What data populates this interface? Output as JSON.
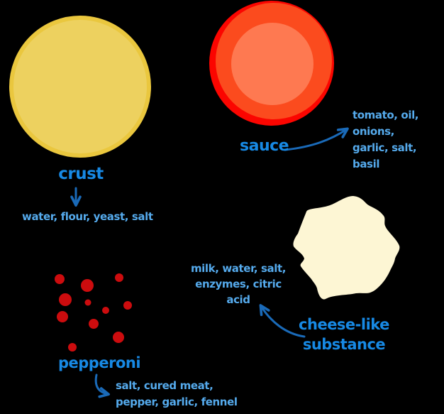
{
  "diagram": {
    "subject": "pizza-ingredients-diagram",
    "items": {
      "crust": {
        "label": "crust",
        "ingredients": "water, flour, yeast, salt"
      },
      "sauce": {
        "label": "sauce",
        "ingredients": "tomato, oil, onions,\ngarlic, salt, basil"
      },
      "pepperoni": {
        "label": "pepperoni",
        "ingredients": "salt, cured meat,\npepper, garlic, fennel"
      },
      "cheese": {
        "label": "cheese-like\nsubstance",
        "ingredients": "milk, water, salt,\nenzymes, citric acid"
      }
    },
    "colors": {
      "background": "#000000",
      "label_blue": "#1789e4",
      "ingredient_blue": "#55aaec",
      "arrow_blue": "#1a6ab8",
      "crust_fill": "#edd15f",
      "crust_border": "#eac73e",
      "sauce_outer_red": "#fb0500",
      "sauce_mid_orange": "#fb4b1e",
      "sauce_inner_salmon": "#fe7951",
      "pepperoni_red": "#cc0c0e",
      "cheese_cream": "#fdf6d4"
    }
  }
}
